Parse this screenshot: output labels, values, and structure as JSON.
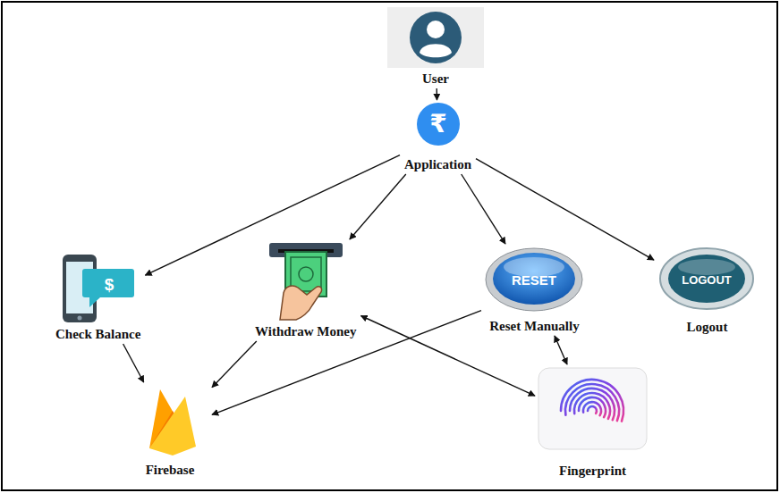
{
  "diagram": {
    "nodes": [
      {
        "text": [
          "User"
        ]
      },
      {
        "text": [
          "Application"
        ]
      },
      {
        "text": [
          "Check Balance"
        ]
      },
      {
        "text": [
          "Withdraw Money"
        ]
      },
      {
        "text": [
          "Reset Manually"
        ]
      },
      {
        "text": [
          "Logout"
        ]
      },
      {
        "text": [
          "Firebase"
        ]
      },
      {
        "text": [
          "Fingerprint"
        ]
      }
    ],
    "edges": [
      {
        "from": 0,
        "to": 1,
        "arrow": "to"
      },
      {
        "from": 1,
        "to": 2,
        "arrow": "to"
      },
      {
        "from": 1,
        "to": 3,
        "arrow": "to"
      },
      {
        "from": 1,
        "to": 4,
        "arrow": "to"
      },
      {
        "from": 1,
        "to": 5,
        "arrow": "to"
      },
      {
        "from": 2,
        "to": 6,
        "arrow": "to"
      },
      {
        "from": 3,
        "to": 6,
        "arrow": "to"
      },
      {
        "from": 4,
        "to": 6,
        "arrow": "to"
      },
      {
        "from": 3,
        "to": 7,
        "arrow": "both"
      },
      {
        "from": 4,
        "to": 7,
        "arrow": "both"
      }
    ],
    "labels": [
      "₹",
      "$",
      "RESET",
      "LOGOUT"
    ]
  }
}
